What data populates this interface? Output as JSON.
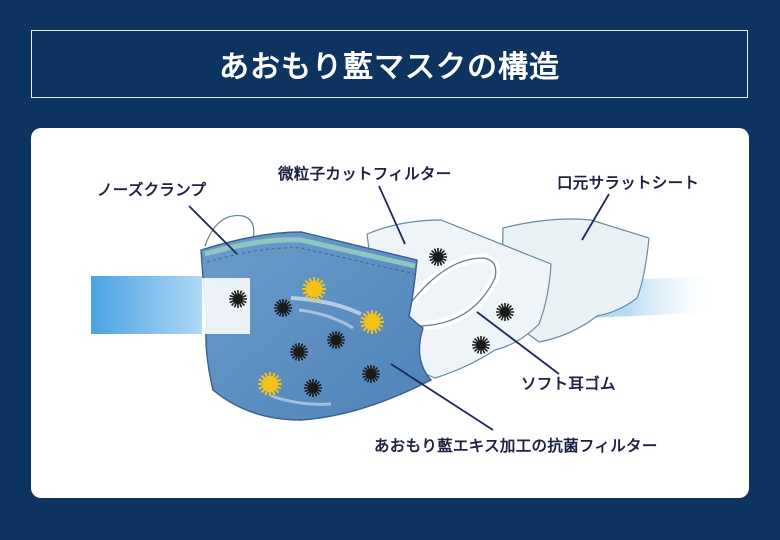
{
  "title": "あおもり藍マスクの構造",
  "labels": {
    "nose_clamp": "ノーズクランプ",
    "particle_filter": "微粒子カットフィルター",
    "mouth_sheet": "口元サラットシート",
    "ear_loop": "ソフト耳ゴム",
    "antibacterial_filter": "あおもり藍エキス加工の抗菌フィルター"
  },
  "colors": {
    "background": "#0d3461",
    "card": "#ffffff",
    "mask_blue": "#5b8ec0",
    "filter_layer": "#eef4f7",
    "pollen": "#f2c21b",
    "germ": "#1a1a1a",
    "leader_line": "#1c2a55"
  },
  "icons": [
    "pollen-particle-icon",
    "germ-particle-icon",
    "airflow-arrow-icon"
  ]
}
